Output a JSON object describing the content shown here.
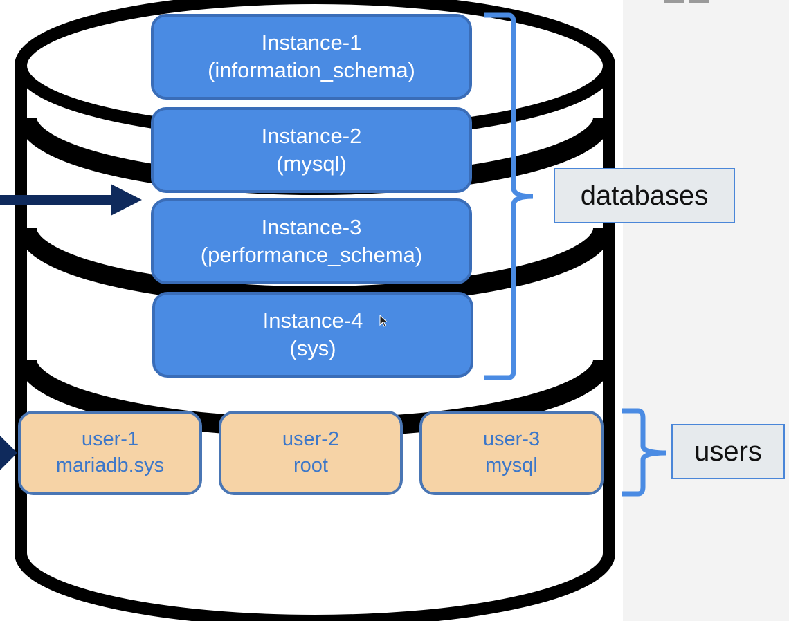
{
  "databases": {
    "label": "databases",
    "instances": [
      {
        "name": "Instance-1",
        "schema": "(information_schema)"
      },
      {
        "name": "Instance-2",
        "schema": "(mysql)"
      },
      {
        "name": "Instance-3",
        "schema": "(performance_schema)"
      },
      {
        "name": "Instance-4",
        "schema": "(sys)"
      }
    ]
  },
  "users": {
    "label": "users",
    "items": [
      {
        "name": "user-1",
        "login": "mariadb.sys"
      },
      {
        "name": "user-2",
        "login": "root"
      },
      {
        "name": "user-3",
        "login": "mysql"
      }
    ]
  },
  "colors": {
    "instance_fill": "#4a8be3",
    "user_fill": "#f6d3a6",
    "arrow": "#0f2a5c",
    "brace": "#4a8be3"
  }
}
